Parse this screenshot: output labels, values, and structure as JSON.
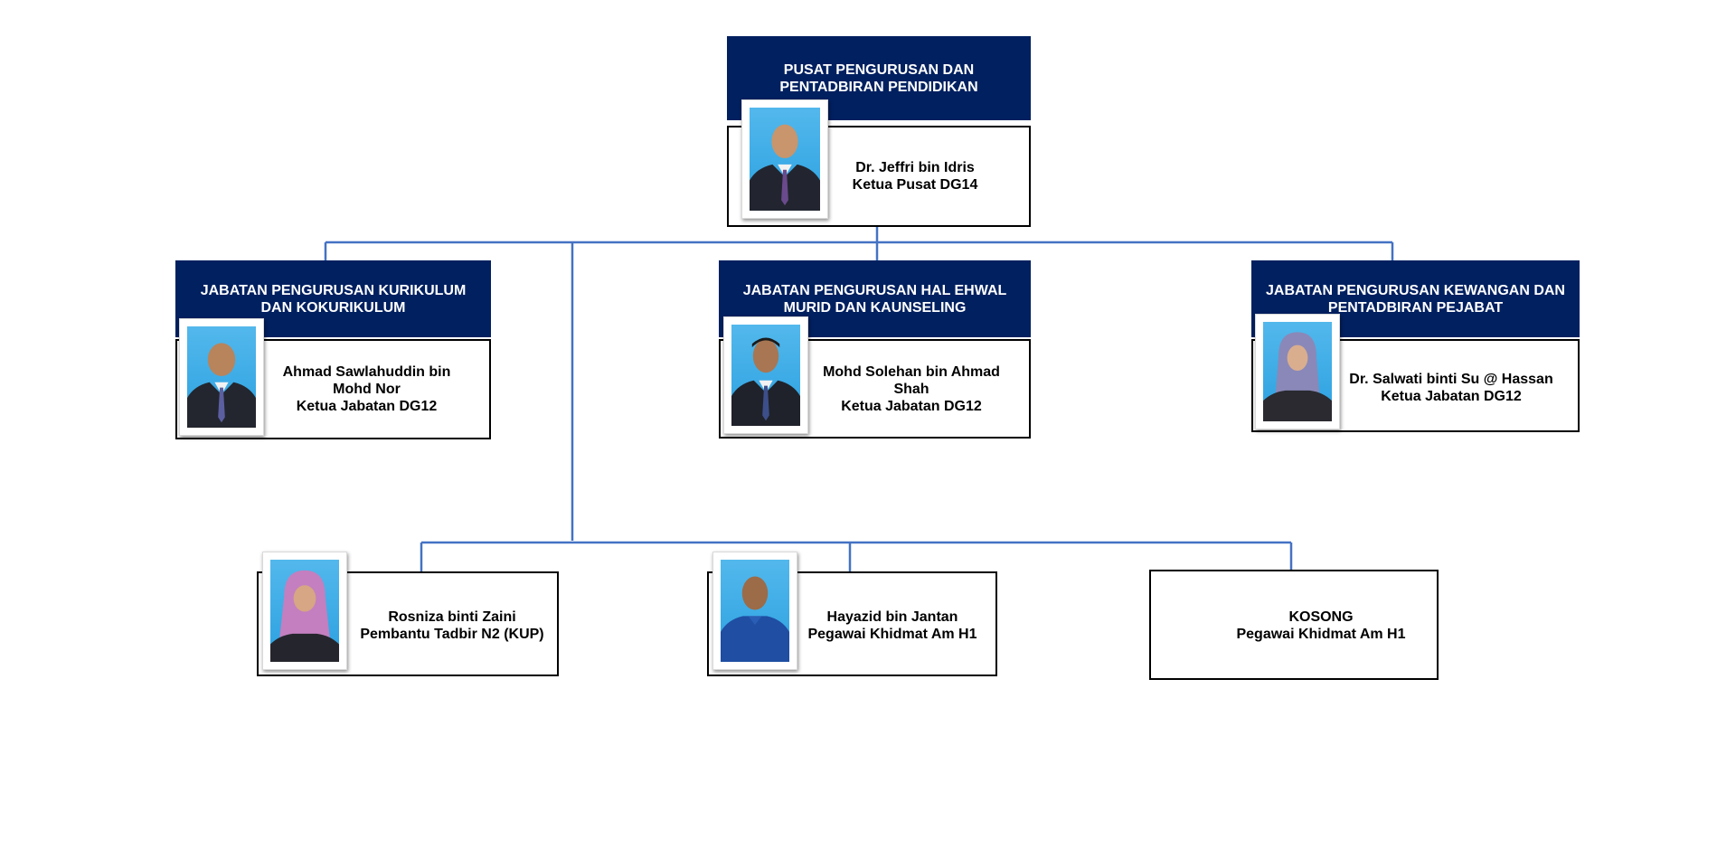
{
  "top": {
    "department": "PUSAT PENGURUSAN DAN PENTADBIRAN PENDIDIKAN",
    "name": "Dr. Jeffri bin Idris",
    "title": "Ketua Pusat DG14"
  },
  "departments": [
    {
      "department": "JABATAN PENGURUSAN KURIKULUM DAN KOKURIKULUM",
      "name": "Ahmad Sawlahuddin bin Mohd Nor",
      "title": "Ketua Jabatan DG12"
    },
    {
      "department": "JABATAN PENGURUSAN HAL EHWAL MURID DAN KAUNSELING",
      "name": "Mohd Solehan bin Ahmad Shah",
      "title": "Ketua Jabatan DG12"
    },
    {
      "department": "JABATAN PENGURUSAN KEWANGAN DAN PENTADBIRAN PEJABAT",
      "name": "Dr. Salwati binti Su @ Hassan",
      "title": "Ketua Jabatan DG12"
    }
  ],
  "staff": [
    {
      "name": "Rosniza binti Zaini",
      "title": "Pembantu Tadbir N2 (KUP)"
    },
    {
      "name": "Hayazid bin Jantan",
      "title": "Pegawai Khidmat Am H1"
    },
    {
      "name": "KOSONG",
      "title": "Pegawai Khidmat Am H1"
    }
  ],
  "colors": {
    "header_bg": "#002060",
    "connector": "#4472c4",
    "photo_bg": "#2aa0e0"
  }
}
